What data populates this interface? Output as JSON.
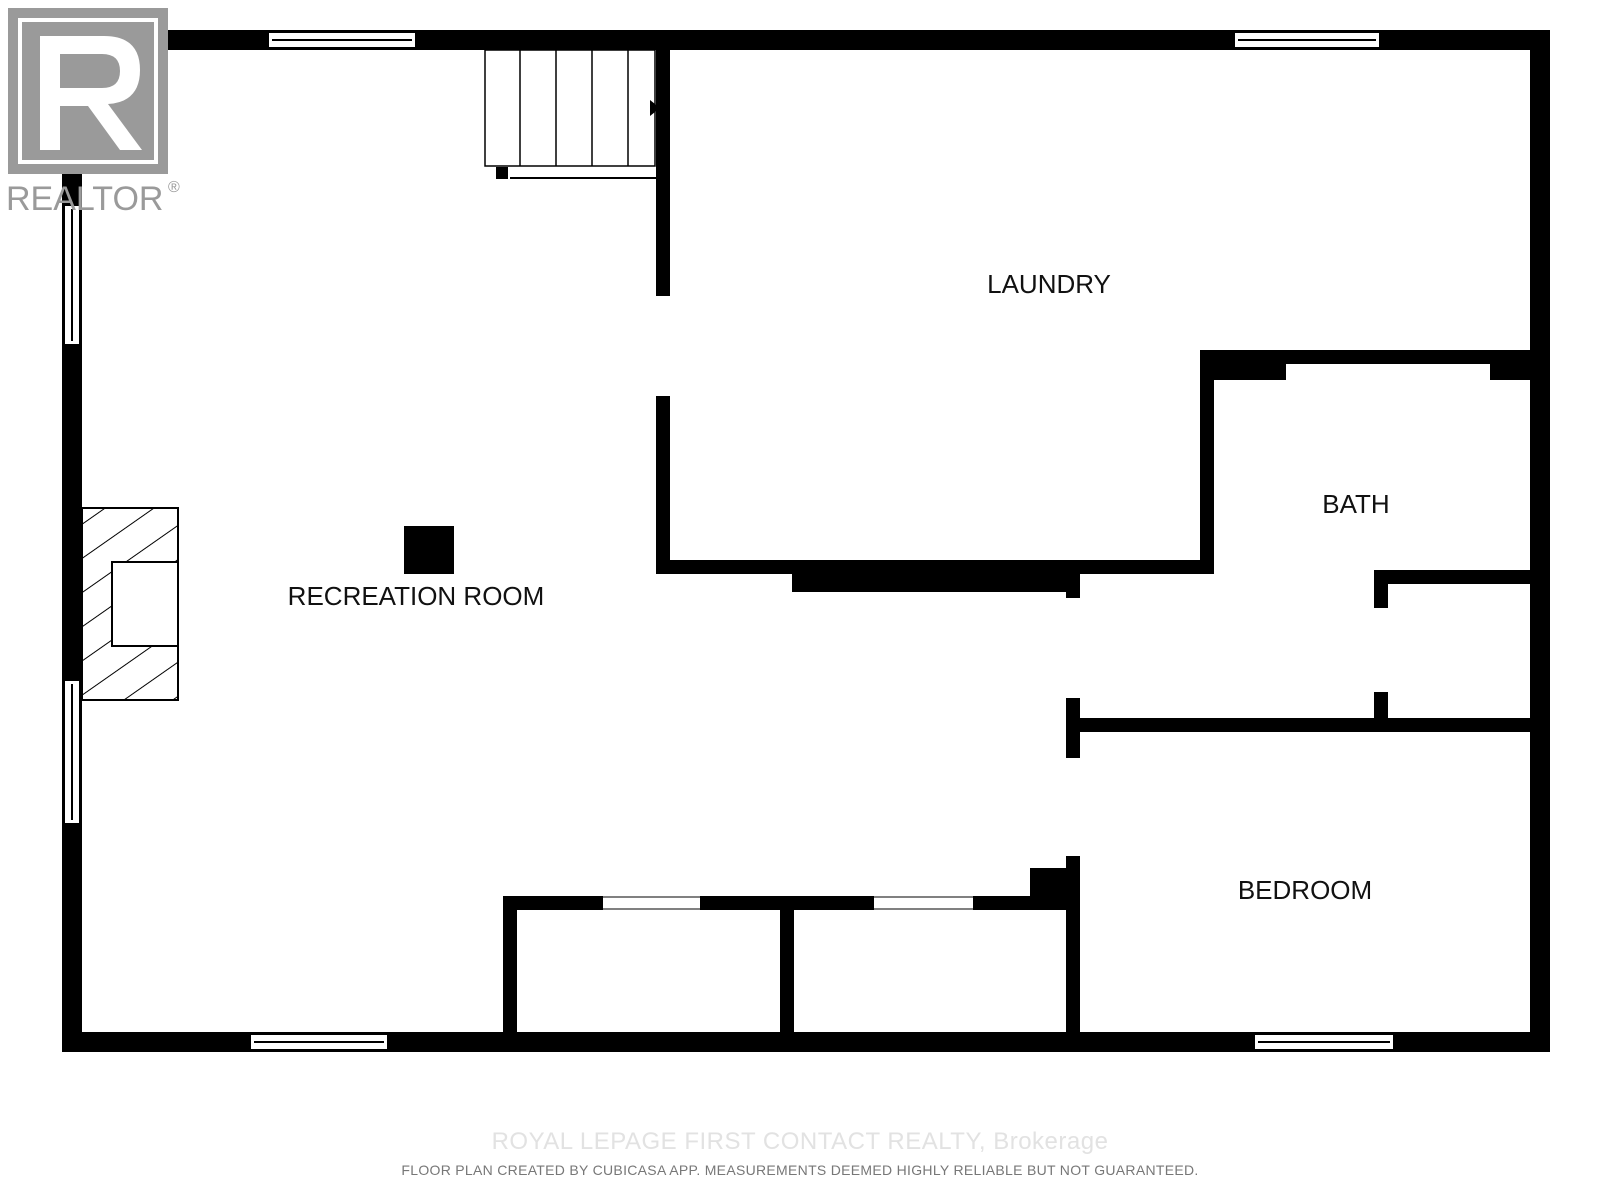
{
  "logo": {
    "brand_text": "REALTOR",
    "registered_mark": "®",
    "icon": "realtor-r-logo-icon",
    "color": "#9a9a9a"
  },
  "rooms": {
    "laundry": "LAUNDRY",
    "recreation_room": "RECREATION ROOM",
    "bath": "BATH",
    "bedroom": "BEDROOM"
  },
  "footer": {
    "watermark": "ROYAL LEPAGE FIRST CONTACT REALTY, Brokerage",
    "disclaimer": "FLOOR PLAN CREATED BY CUBICASA APP. MEASUREMENTS DEEMED HIGHLY RELIABLE BUT NOT GUARANTEED."
  },
  "colors": {
    "wall": "#000000",
    "background": "#ffffff"
  }
}
